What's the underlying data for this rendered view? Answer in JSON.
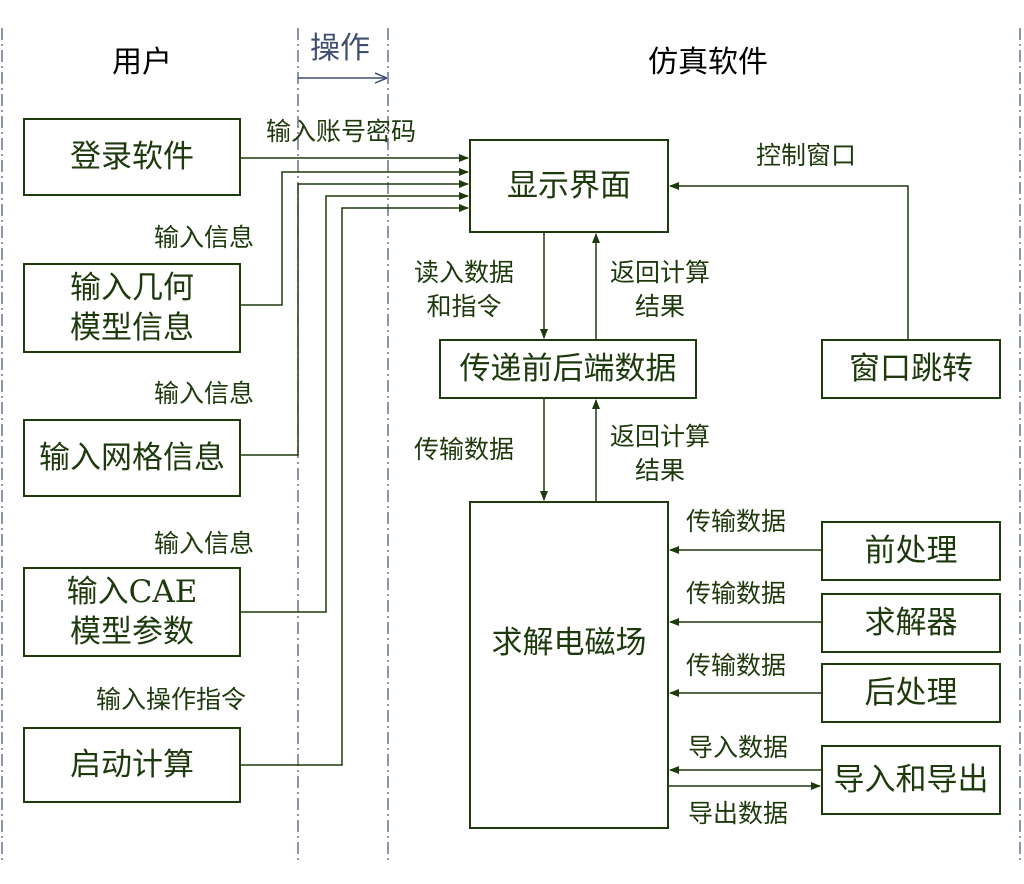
{
  "lanes": {
    "user": "用户",
    "operation": "操作",
    "software": "仿真软件"
  },
  "user_boxes": {
    "login": "登录软件",
    "geometry_line1": "输入几何",
    "geometry_line2": "模型信息",
    "mesh": "输入网格信息",
    "cae_line1": "输入CAE",
    "cae_line2": "模型参数",
    "start": "启动计算"
  },
  "software_boxes": {
    "display": "显示界面",
    "transfer": "传递前后端数据",
    "window_jump": "窗口跳转",
    "solve": "求解电磁场",
    "preprocess": "前处理",
    "solver": "求解器",
    "postprocess": "后处理",
    "import_export": "导入和导出"
  },
  "edge_labels": {
    "account": "输入账号密码",
    "info1": "输入信息",
    "info2": "输入信息",
    "info3": "输入信息",
    "op_cmd": "输入操作指令",
    "control_window": "控制窗口",
    "read_line1": "读入数据",
    "read_line2": "和指令",
    "return1_line1": "返回计算",
    "return1_line2": "结果",
    "transmit_data": "传输数据",
    "return2_line1": "返回计算",
    "return2_line2": "结果",
    "transmit_pre": "传输数据",
    "transmit_solver": "传输数据",
    "transmit_post": "传输数据",
    "import_data": "导入数据",
    "export_data": "导出数据"
  },
  "colors": {
    "diagram_line": "#1d3a0c",
    "lane_divider": "#3f4f70"
  }
}
